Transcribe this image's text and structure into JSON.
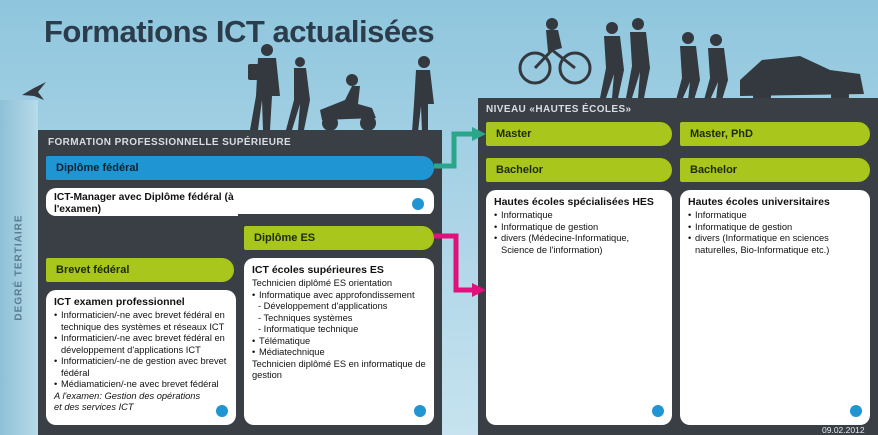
{
  "title": "Formations ICT actualisées",
  "side_label": "DEGRÉ TERTIAIRE",
  "left_panel": {
    "heading": "FORMATION PROFESSIONNELLE SUPÉRIEURE",
    "diplome_federal": "Diplôme fédéral",
    "ict_manager": {
      "title": "ICT-Manager avec Diplôme fédéral (à l'examen)"
    },
    "diplome_es": "Diplôme ES",
    "brevet_federal": "Brevet fédéral",
    "examen_pro": {
      "title": "ICT examen professionnel",
      "items": [
        "Informaticien/-ne avec brevet fédéral en technique des systèmes et réseaux ICT",
        "Informaticien/-ne avec brevet fédéral en développement d'applications ICT",
        "Informaticien/-ne de gestion avec brevet fédéral",
        "Médiamaticien/-ne avec brevet fédéral"
      ],
      "note": "A l'examen: Gestion des opérations et des services ICT"
    },
    "ecoles_sup": {
      "title": "ICT écoles supérieures ES",
      "line1": "Technicien diplômé ES orientation",
      "item1": "Informatique avec approfondissement",
      "subs": [
        "- Développement d'applications",
        "- Techniques systèmes",
        "- Informatique technique"
      ],
      "item2": "Télématique",
      "item3": "Médiatechnique",
      "line2": "Technicien diplômé ES en informatique de gestion"
    }
  },
  "right_panel": {
    "heading": "NIVEAU «HAUTES ÉCOLES»",
    "master": "Master",
    "master_phd": "Master, PhD",
    "bachelor_1": "Bachelor",
    "bachelor_2": "Bachelor",
    "hes": {
      "title": "Hautes écoles spécialisées HES",
      "items": [
        "Informatique",
        "Informatique de gestion",
        "divers (Médecine-Informatique, Science de l'information)"
      ]
    },
    "uni": {
      "title": "Hautes écoles universitaires",
      "items": [
        "Informatique",
        "Informatique de gestion",
        "divers (Informatique en sciences naturelles, Bio-Informatique etc.)"
      ]
    }
  },
  "date": "09.02.2012",
  "colors": {
    "blue": "#1f95d3",
    "green": "#a8c61c",
    "teal_arrow": "#2aa68a",
    "pink_arrow": "#e0117a",
    "panel": "#3a3f45"
  }
}
